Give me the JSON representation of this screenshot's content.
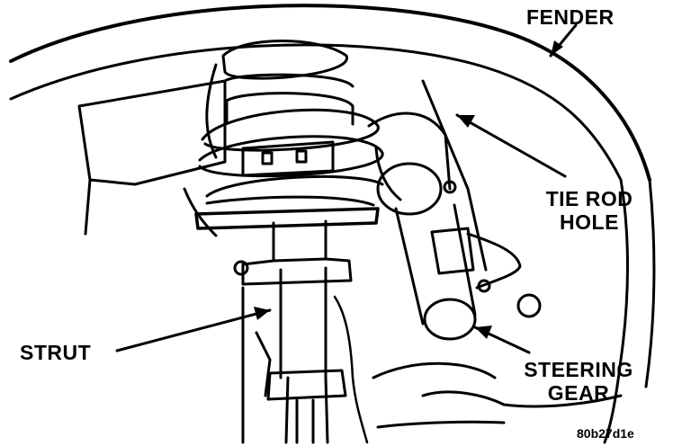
{
  "labels": {
    "fender": "FENDER",
    "tie_rod_line1": "TIE ROD",
    "tie_rod_line2": "HOLE",
    "strut": "STRUT",
    "steering_line1": "STEERING",
    "steering_line2": "GEAR"
  },
  "figure_code": "80b27d1e",
  "colors": {
    "ink": "#000000",
    "background": "#ffffff"
  }
}
